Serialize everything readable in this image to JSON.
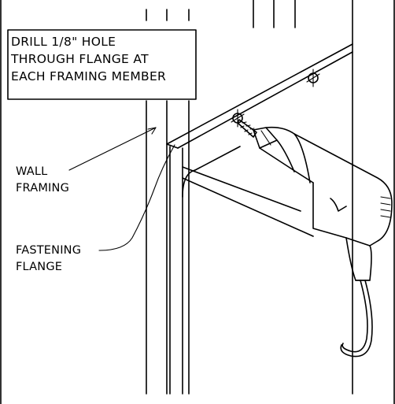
{
  "instruction_note": {
    "lines": [
      "DRILL 1/8\" HOLE",
      "THROUGH FLANGE AT",
      "EACH FRAMING MEMBER"
    ]
  },
  "labels": {
    "wall_framing": [
      "WALL",
      "FRAMING"
    ],
    "fastening_flange": [
      "FASTENING",
      "FLANGE"
    ]
  },
  "icons": [
    "drill-icon",
    "drill-hole-mark-icon"
  ]
}
